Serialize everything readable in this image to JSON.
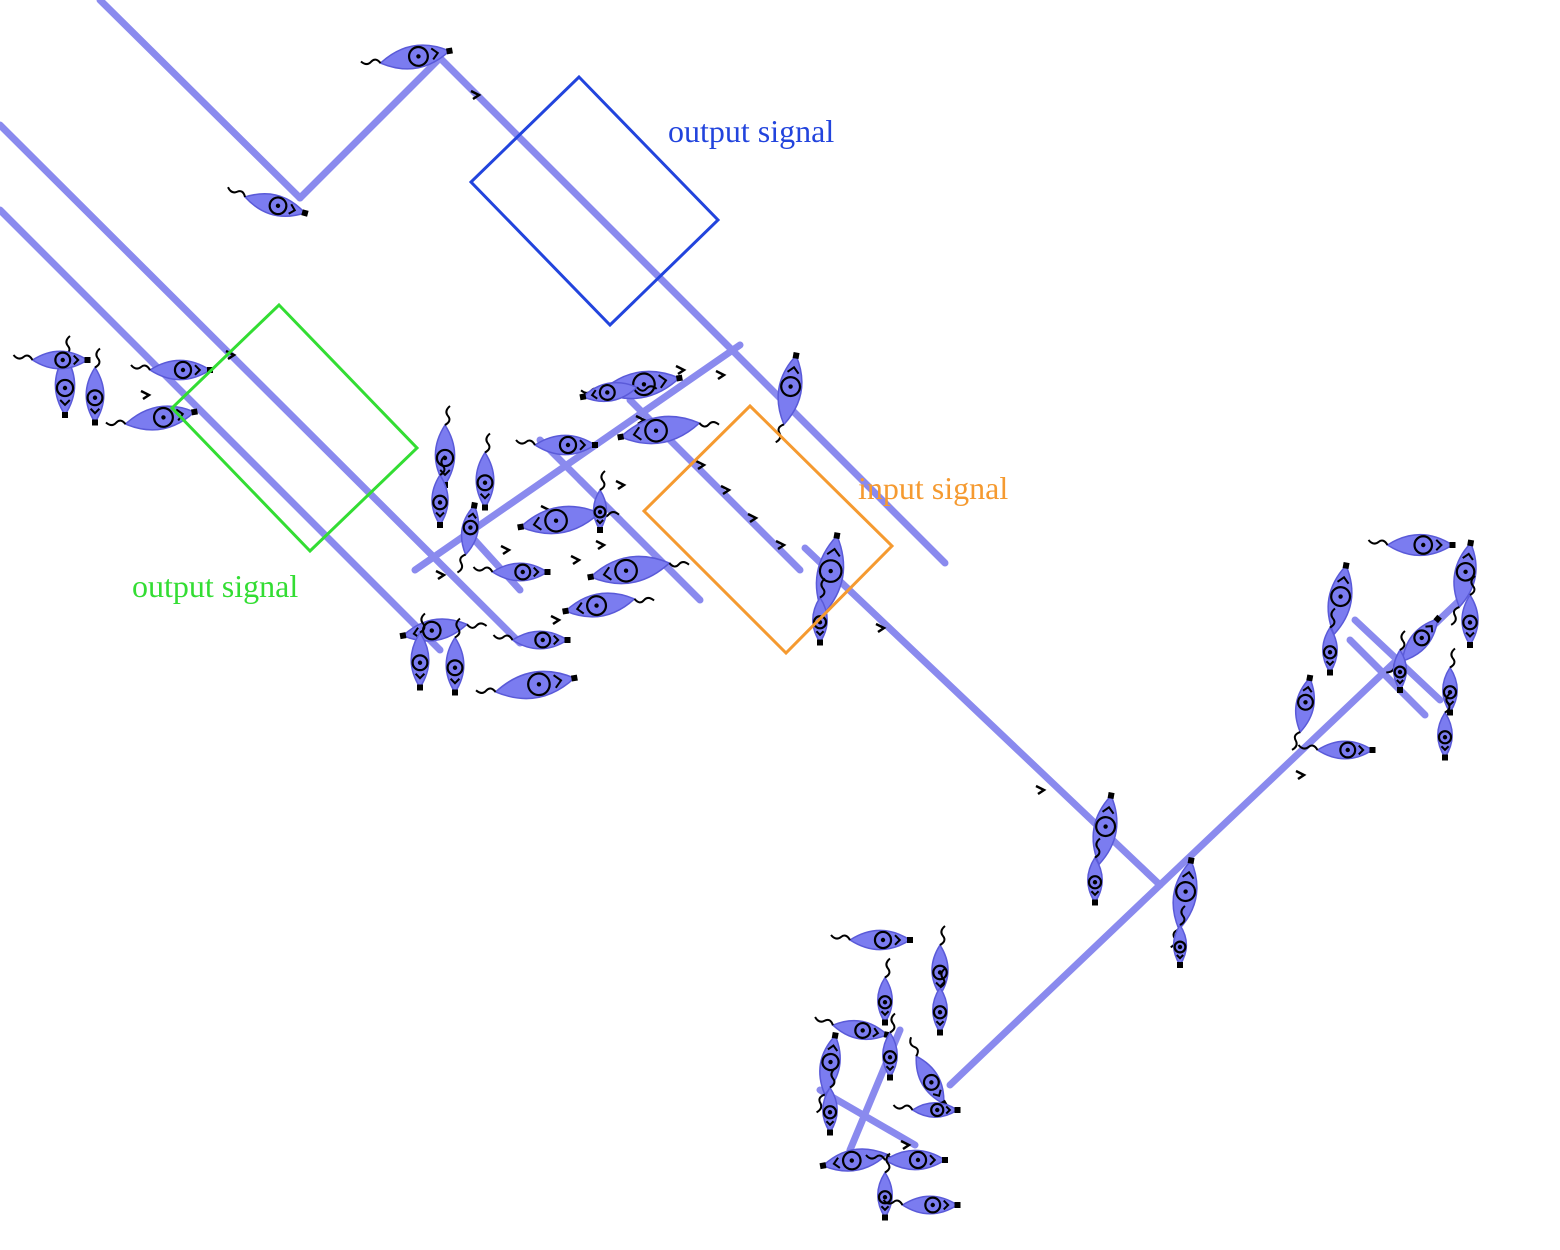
{
  "colors": {
    "background": "#ffffff",
    "track": "#8a8aee",
    "glider_fill": "#7b7cf0",
    "glider_mark": "#000000",
    "output_blue": "#2244dd",
    "output_green": "#33dd33",
    "input_orange": "#f59a30"
  },
  "labels": {
    "output_blue": "output signal",
    "input_orange": "input signal",
    "output_green": "output signal"
  },
  "signal_boxes": [
    {
      "name": "output-signal-box-blue",
      "color_key": "output_blue"
    },
    {
      "name": "input-signal-box-orange",
      "color_key": "input_orange"
    },
    {
      "name": "output-signal-box-green",
      "color_key": "output_green"
    }
  ]
}
